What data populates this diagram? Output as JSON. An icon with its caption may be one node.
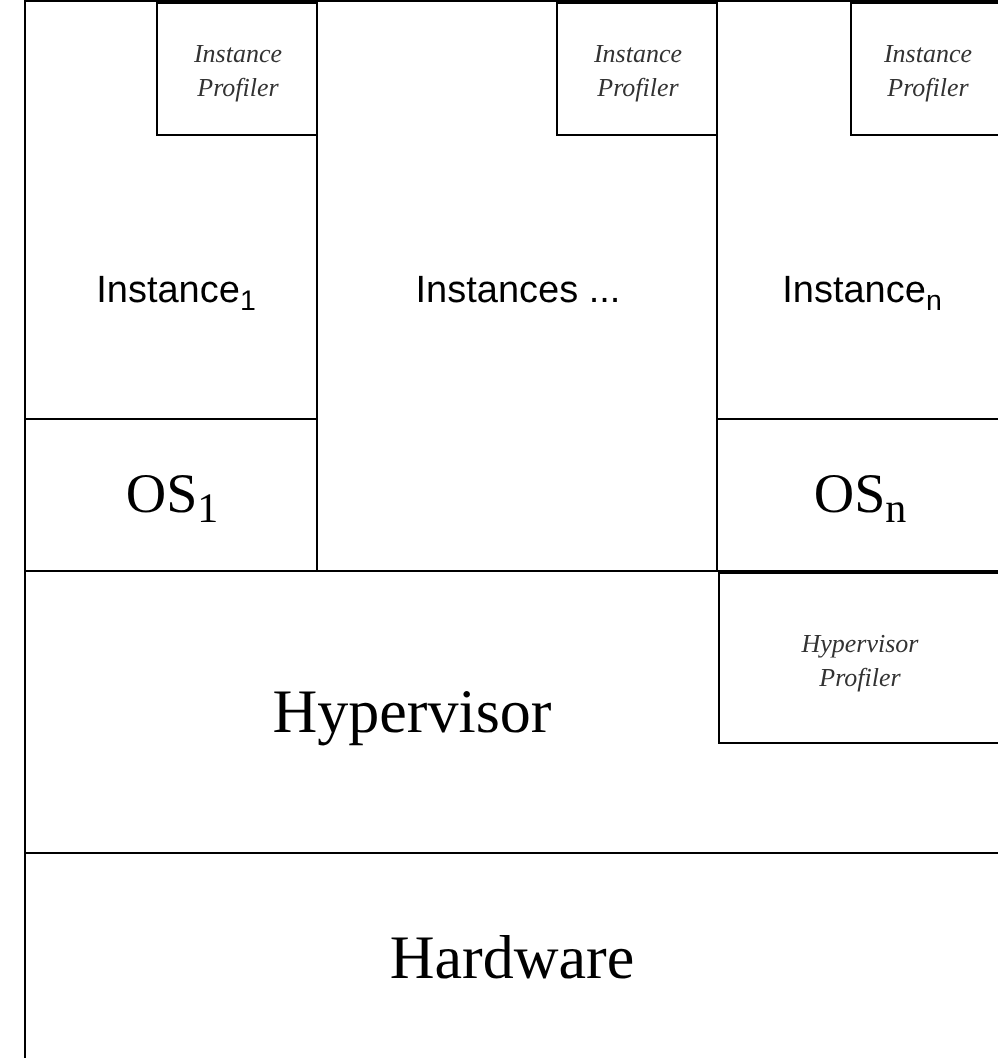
{
  "diagram": {
    "nodes": [
      {
        "text": [
          "Instance$_{1}$"
        ]
      },
      {
        "text": [
          "Instance Profiler"
        ],
        "in": 0
      },
      {
        "text": [
          "Instances ..."
        ]
      },
      {
        "text": [
          "Instance Profiler"
        ],
        "in": 2
      },
      {
        "text": [
          "Instance$_{n}$"
        ]
      },
      {
        "text": [
          "Instance Profiler"
        ],
        "in": 4
      },
      {
        "text": [
          "OS$_{1}$"
        ]
      },
      {
        "text": [
          "OS$_{n}$"
        ]
      },
      {
        "text": [
          "Hypervisor"
        ]
      },
      {
        "text": [
          "Hypervisor Profiler"
        ],
        "in": 8
      },
      {
        "text": [
          "Hardware"
        ]
      }
    ]
  }
}
